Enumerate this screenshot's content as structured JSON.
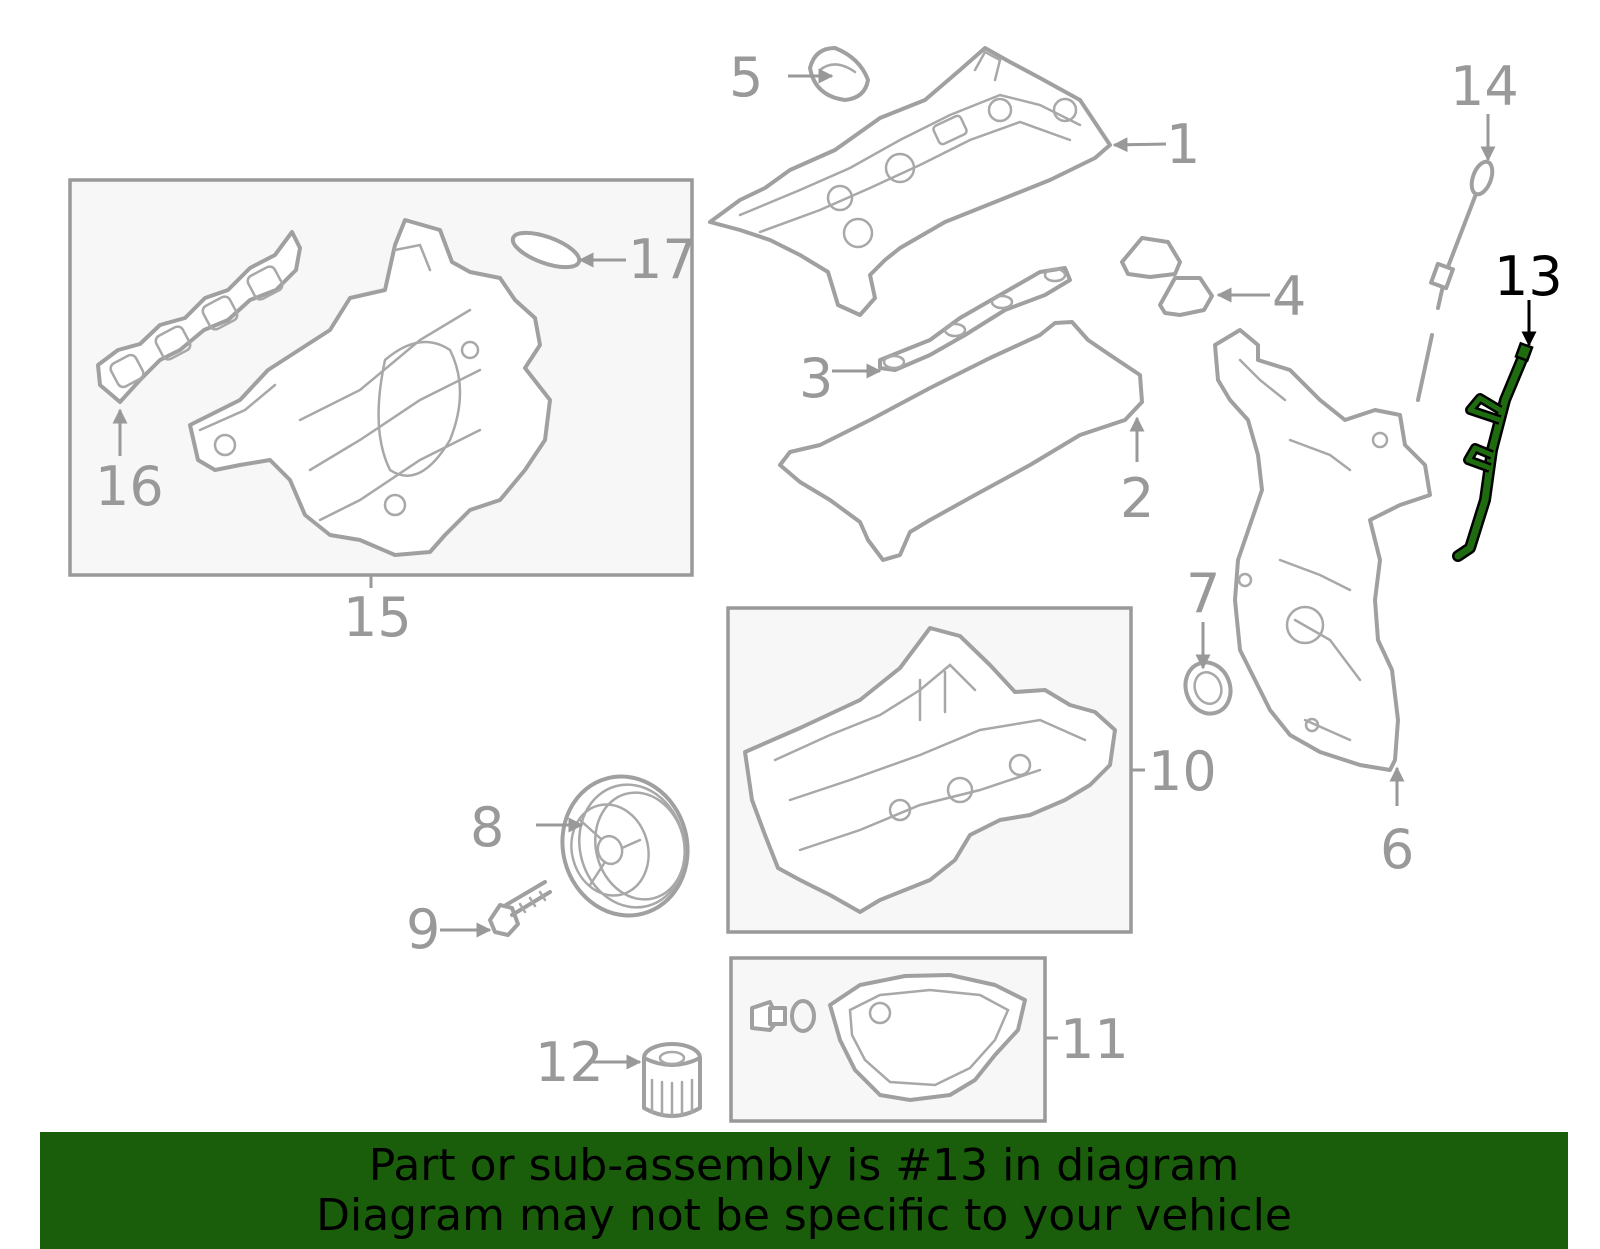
{
  "callouts": {
    "c1": "1",
    "c2": "2",
    "c3": "3",
    "c4": "4",
    "c5": "5",
    "c6": "6",
    "c7": "7",
    "c8": "8",
    "c9": "9",
    "c10": "10",
    "c11": "11",
    "c12": "12",
    "c13": "13",
    "c14": "14",
    "c15": "15",
    "c16": "16",
    "c17": "17"
  },
  "highlight": {
    "callout": "13",
    "color": "#1f6b10"
  },
  "banner": {
    "line1": "Part or sub-assembly is #13 in diagram",
    "line2": "Diagram may not be specific to your vehicle",
    "background": "#1a5e0c"
  }
}
